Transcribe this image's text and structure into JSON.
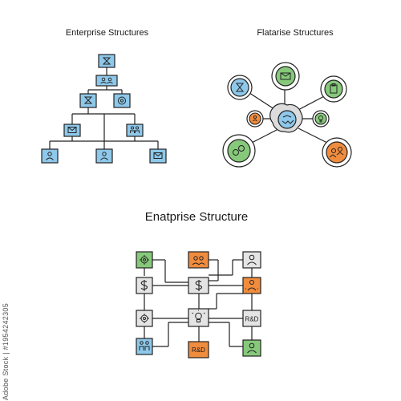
{
  "titles": {
    "enterprise": "Enterprise Structures",
    "flatarise": "Flatarise Structures",
    "enatprise": "Enatprise Structure"
  },
  "box_labels": {
    "rnd_a": "R&D",
    "rnd_b": "R&D"
  },
  "stock_id": "Adobe Stock | #1954242305",
  "colors": {
    "blue": "#8ec8ea",
    "green": "#86c97a",
    "orange": "#f08c3e",
    "gray": "#e4e4e4",
    "light_blue": "#b9ddf1",
    "outline": "#222222"
  }
}
